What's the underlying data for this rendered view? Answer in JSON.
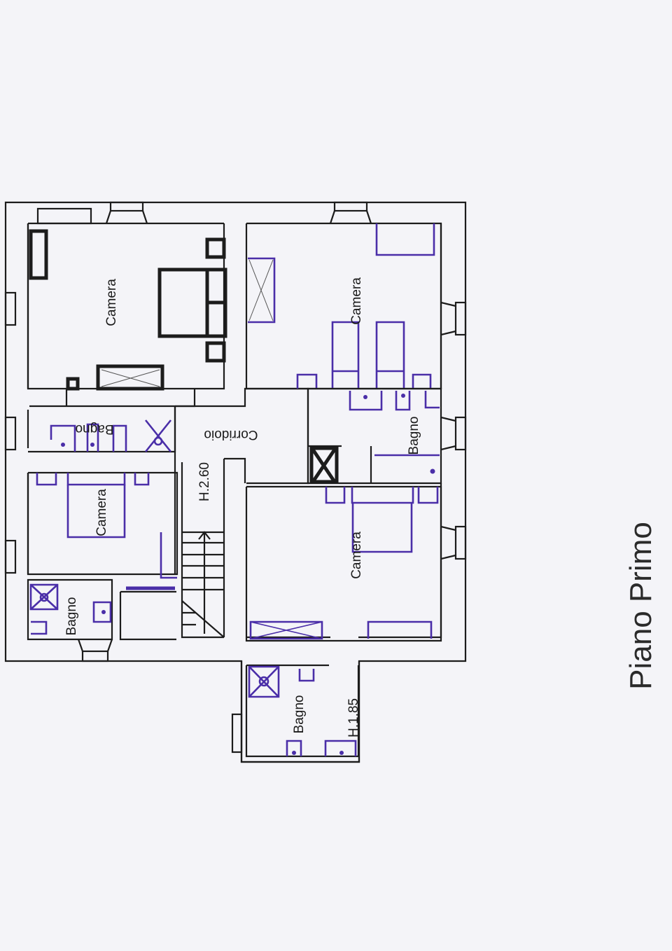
{
  "title": "Piano Primo",
  "rooms": [
    {
      "id": "camera-nw",
      "label": "Camera"
    },
    {
      "id": "camera-ne",
      "label": "Camera"
    },
    {
      "id": "bagno-w",
      "label": "Bagno"
    },
    {
      "id": "corridoio",
      "label": "Corridoio"
    },
    {
      "id": "bagno-e",
      "label": "Bagno"
    },
    {
      "id": "camera-sw",
      "label": "Camera"
    },
    {
      "id": "camera-se",
      "label": "Camera"
    },
    {
      "id": "bagno-sw",
      "label": "Bagno"
    },
    {
      "id": "bagno-annex",
      "label": "Bagno"
    }
  ],
  "heights": [
    {
      "id": "h-corridor",
      "label": "H.2.60"
    },
    {
      "id": "h-annex",
      "label": "H.1.85"
    }
  ],
  "colors": {
    "walls": "#1c1c1c",
    "furniture": "#4a2ea8",
    "paper": "#f4f4f8"
  }
}
